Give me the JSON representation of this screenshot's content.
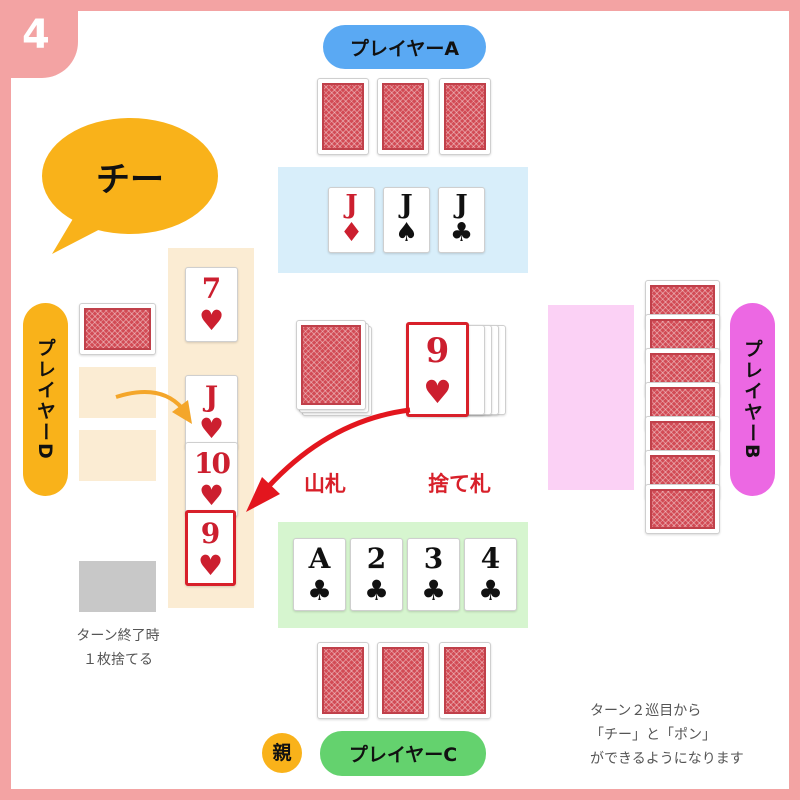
{
  "step_number": "4",
  "colors": {
    "frame": "#f3a3a3",
    "player_a": "#5aa9f3",
    "player_b": "#ec68e3",
    "player_c": "#64d26e",
    "player_d": "#f9b21a",
    "accent_red": "#d8202a"
  },
  "players": {
    "a": {
      "label": "プレイヤーA"
    },
    "b": {
      "label": "プレイヤーB"
    },
    "c": {
      "label": "プレイヤーC"
    },
    "d": {
      "label": "プレイヤーD"
    }
  },
  "call_bubble": {
    "text": "チー"
  },
  "oya_badge": {
    "text": "親"
  },
  "meld_a": [
    {
      "rank": "J",
      "suit": "diamond",
      "symbol": "♦",
      "color": "red"
    },
    {
      "rank": "J",
      "suit": "spade",
      "symbol": "♠",
      "color": "black"
    },
    {
      "rank": "J",
      "suit": "club",
      "symbol": "♣",
      "color": "black"
    }
  ],
  "meld_c": [
    {
      "rank": "A",
      "suit": "club",
      "symbol": "♣",
      "color": "black"
    },
    {
      "rank": "2",
      "suit": "club",
      "symbol": "♣",
      "color": "black"
    },
    {
      "rank": "3",
      "suit": "club",
      "symbol": "♣",
      "color": "black"
    },
    {
      "rank": "4",
      "suit": "club",
      "symbol": "♣",
      "color": "black"
    }
  ],
  "meld_d": [
    {
      "rank": "7",
      "suit": "heart",
      "symbol": "♥",
      "color": "red"
    },
    {
      "rank": "J",
      "suit": "heart",
      "symbol": "♥",
      "color": "red"
    },
    {
      "rank": "10",
      "suit": "heart",
      "symbol": "♥",
      "color": "red"
    },
    {
      "rank": "9",
      "suit": "heart",
      "symbol": "♥",
      "color": "red"
    }
  ],
  "discard_top": {
    "rank": "9",
    "suit": "heart",
    "symbol": "♥",
    "color": "red"
  },
  "labels": {
    "deck": "山札",
    "discard": "捨て札"
  },
  "end_turn_note": {
    "line1": "ターン終了時",
    "line2": "１枚捨てる"
  },
  "rule_note": {
    "line1": "ターン２巡目から",
    "line2": "「チー」と「ポン」",
    "line3": "ができるようになります"
  }
}
